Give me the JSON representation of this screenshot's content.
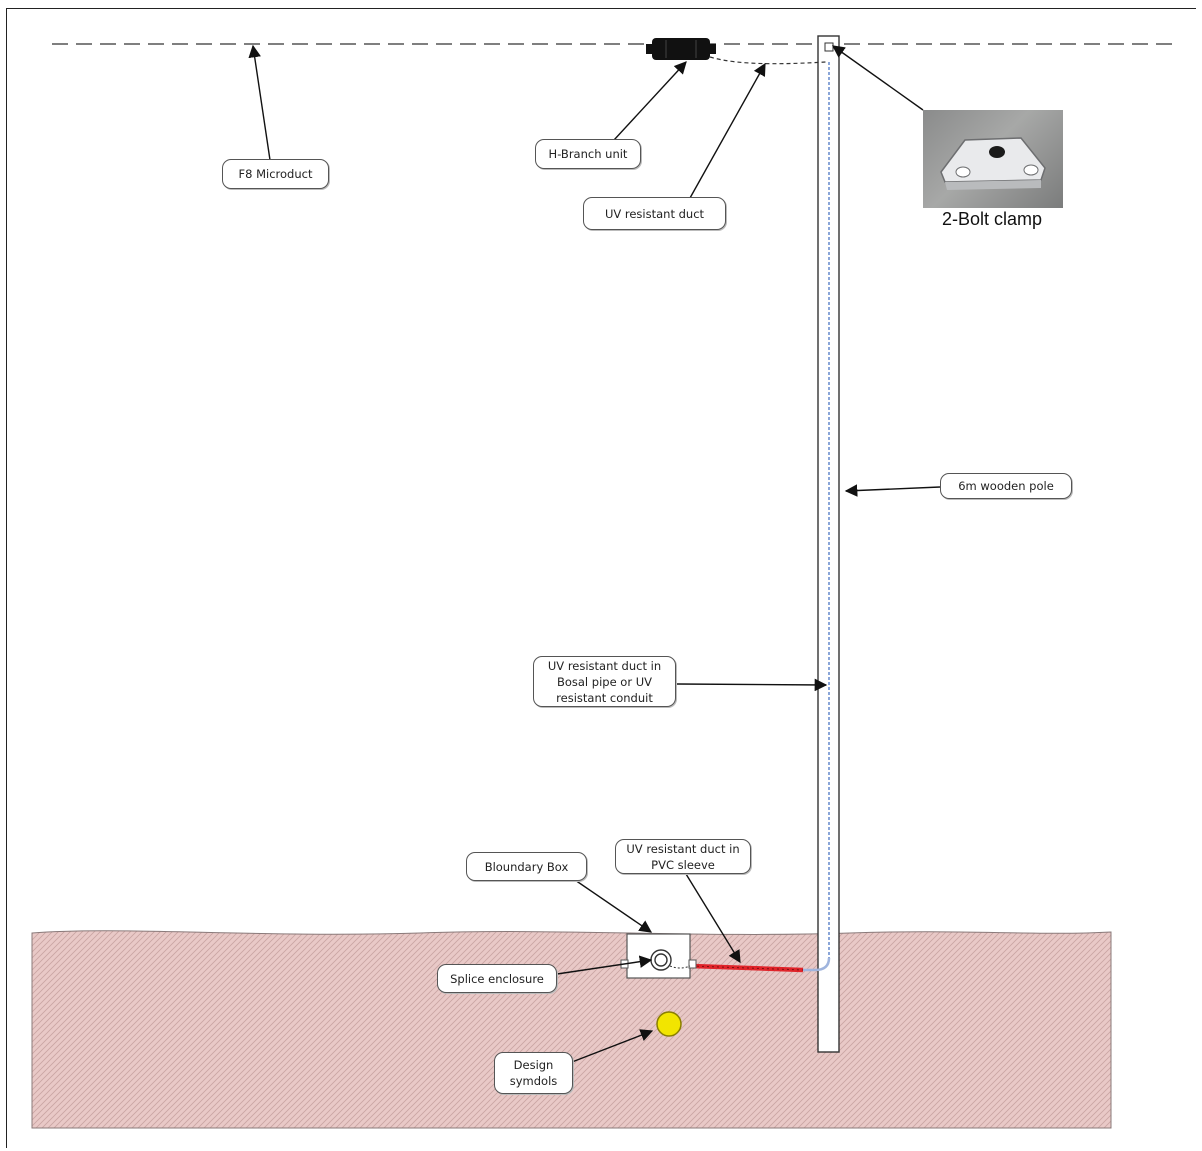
{
  "labels": {
    "f8_microduct": "F8 Microduct",
    "h_branch_unit": "H-Branch unit",
    "uv_resistant_duct": "UV resistant duct",
    "bolt_clamp": "2-Bolt clamp",
    "wooden_pole": "6m wooden pole",
    "uv_duct_bosal": "UV resistant duct in Bosal pipe or UV resistant conduit",
    "uv_duct_pvc": "UV resistant duct in PVC sleeve",
    "boundary_box": "Bloundary Box",
    "splice_enclosure": "Splice enclosure",
    "design_symbols": "Design symdols"
  },
  "colors": {
    "ground": "#e9c9c7",
    "ground_pattern": "#c9a4a2",
    "pvc_sleeve": "#e0242a",
    "design_symbol": "#f2e500",
    "duct": "#6d8fcf"
  }
}
